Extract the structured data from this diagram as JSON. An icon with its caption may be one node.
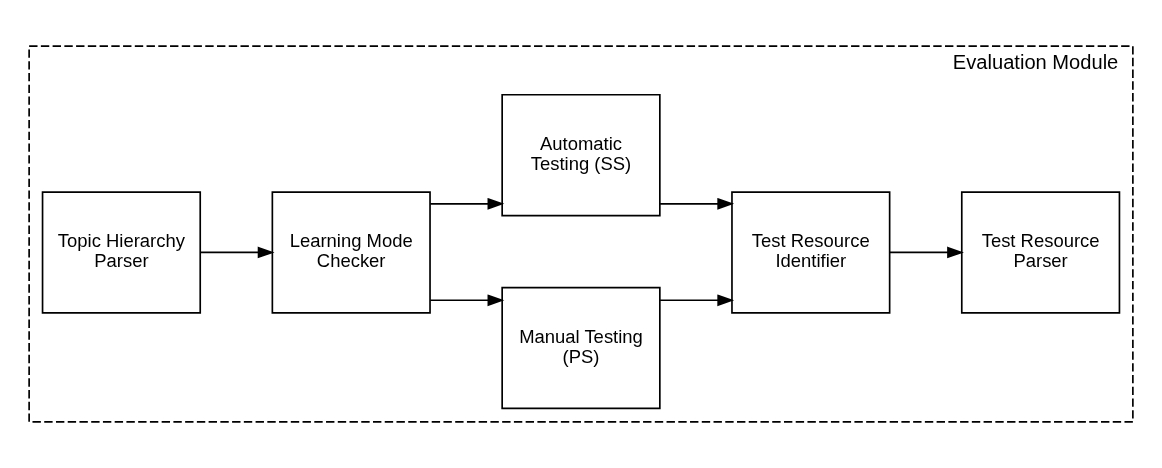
{
  "diagram": {
    "nodes": [
      {
        "text": [
          "Evaluation Module"
        ]
      },
      {
        "text": [
          "Topic Hierarchy Parser"
        ],
        "in": 0
      },
      {
        "text": [
          "Learning Mode Checker"
        ],
        "in": 0
      },
      {
        "text": [
          "Manual Testing (PS)"
        ],
        "in": 0
      },
      {
        "text": [
          "Automatic Testing (SS)"
        ],
        "in": 0
      },
      {
        "text": [
          "Test Resource Identifier"
        ],
        "in": 0
      },
      {
        "text": [
          "Test Resource Parser"
        ],
        "in": 0
      }
    ],
    "edges": [
      {
        "from": 1,
        "to": 2,
        "arrow": "to"
      },
      {
        "from": 2,
        "to": 3,
        "arrow": "to"
      },
      {
        "from": 2,
        "to": 4,
        "arrow": "to"
      },
      {
        "from": 3,
        "to": 5,
        "arrow": "to"
      },
      {
        "from": 4,
        "to": 5,
        "arrow": "to"
      },
      {
        "from": 5,
        "to": 6,
        "arrow": "to"
      }
    ]
  }
}
